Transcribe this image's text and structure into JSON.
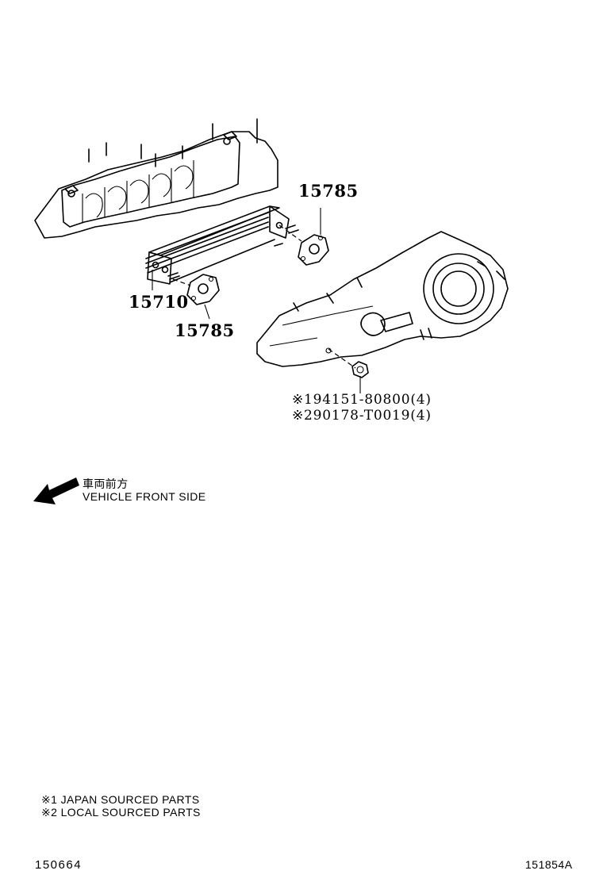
{
  "callouts": {
    "cooler": "15710",
    "gasket_upper": "15785",
    "gasket_lower": "15785"
  },
  "bolt_parts": [
    {
      "marker": "※1",
      "number": "94151-80800(4)"
    },
    {
      "marker": "※2",
      "number": "90178-T0019(4)"
    }
  ],
  "direction": {
    "jp": "車両前方",
    "en": "VEHICLE FRONT SIDE"
  },
  "notes": [
    "※1 JAPAN SOURCED PARTS",
    "※2 LOCAL SOURCED PARTS"
  ],
  "footer": {
    "left": "150664",
    "right": "151854A"
  }
}
